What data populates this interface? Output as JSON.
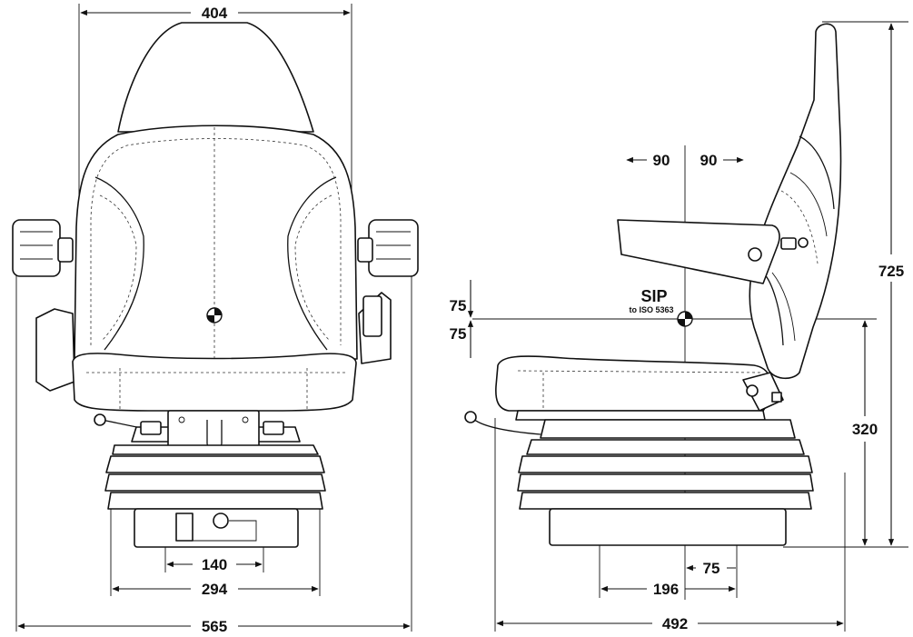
{
  "front_view": {
    "dimensions": {
      "backrest_width": "404",
      "base_inner": "140",
      "base_outer": "294",
      "overall_width": "565"
    }
  },
  "side_view": {
    "dimensions": {
      "sip_fore": "90",
      "sip_aft": "90",
      "sip_up": "75",
      "sip_down": "75",
      "total_height": "725",
      "sip_height": "320",
      "base_to_sip": "75",
      "base_depth": "196",
      "overall_depth": "492"
    },
    "sip_label": "SIP",
    "sip_standard": "to ISO 5363"
  }
}
